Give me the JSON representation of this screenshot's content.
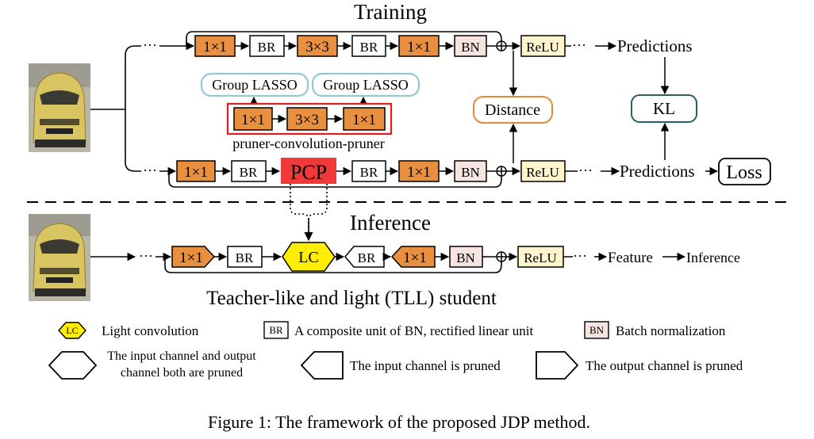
{
  "titles": {
    "training": "Training",
    "inference": "Inference",
    "student": "Teacher-like and light (TLL) student"
  },
  "teacher_row": {
    "b1": "1×1",
    "b2": "BR",
    "b3": "3×3",
    "b4": "BR",
    "b5": "1×1",
    "b6": "BN",
    "relu": "ReLU",
    "out": "Predictions"
  },
  "pcp_detail": {
    "lasso1": "Group LASSO",
    "lasso2": "Group LASSO",
    "c1": "1×1",
    "c2": "3×3",
    "c3": "1×1",
    "caption": "pruner-convolution-pruner"
  },
  "student_row": {
    "b1": "1×1",
    "b2": "BR",
    "pcp": "PCP",
    "b4": "BR",
    "b5": "1×1",
    "b6": "BN",
    "relu": "ReLU",
    "out": "Predictions",
    "loss": "Loss"
  },
  "middle": {
    "distance": "Distance",
    "kl": "KL"
  },
  "inference_row": {
    "b1": "1×1",
    "b2": "BR",
    "lc": "LC",
    "b4": "BR",
    "b5": "1×1",
    "b6": "BN",
    "relu": "ReLU",
    "feature": "Feature",
    "inference": "Inference"
  },
  "legend": {
    "lc_icon": "LC",
    "lc_text": "Light convolution",
    "br_icon": "BR",
    "br_text": "A composite unit of BN, rectified linear unit",
    "bn_icon": "BN",
    "bn_text": "Batch normalization",
    "both_text_1": "The input channel and output",
    "both_text_2": "channel both are pruned",
    "input_text": "The input channel is pruned",
    "output_text": "The output channel is pruned"
  },
  "caption": "Figure 1: The framework of the proposed JDP method.",
  "colors": {
    "conv": "#E8903F",
    "br": "#FFFFFF",
    "bn": "#F7E4E1",
    "relu": "#FFF4CC",
    "pcp": "#F03A3A",
    "lc": "#FFEE00",
    "lasso_border": "#92C9D0",
    "distance_border": "#E08A3A",
    "kl_border": "#2E5D63",
    "car": "#D8C461"
  }
}
